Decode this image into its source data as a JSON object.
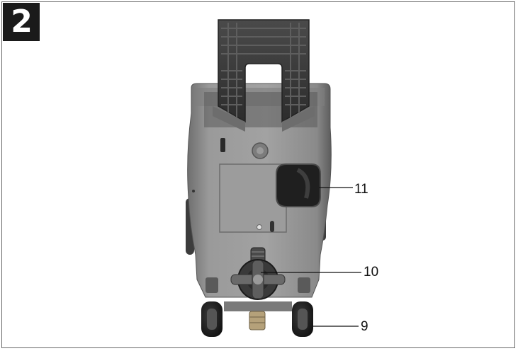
{
  "figure": {
    "number": "2"
  },
  "callouts": [
    {
      "label": "11",
      "target": "hose-storage-opening"
    },
    {
      "label": "10",
      "target": "hose-connector-reel"
    },
    {
      "label": "9",
      "target": "wheel"
    }
  ],
  "colors": {
    "badge_background": "#1a1a1a",
    "badge_text": "#ffffff",
    "frame_border": "#6a6a6a",
    "body_gray": "#8e8e8e",
    "dark_plastic": "#3a3a3a"
  },
  "icons": {
    "product": "pressure-washer-rear-view"
  }
}
